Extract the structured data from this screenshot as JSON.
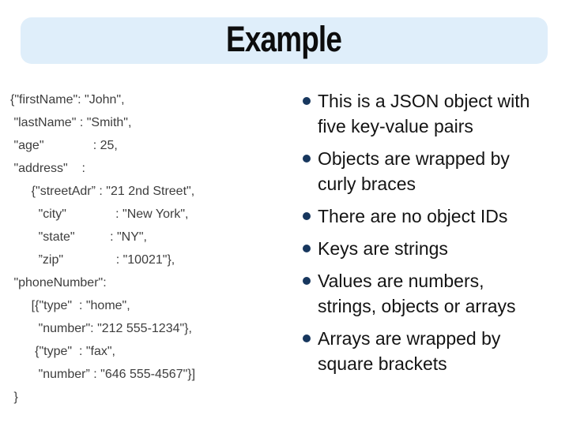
{
  "title": "Example",
  "code": {
    "lines": [
      "{\"firstName\": \"John\",",
      " \"lastName\" : \"Smith\",",
      " \"age\"              : 25,",
      " \"address\"    :",
      "      {\"streetAdr” : \"21 2nd Street\",",
      "        \"city\"              : \"New York\",",
      "        \"state\"          : \"NY\",",
      "        ”zip\"               : \"10021\"},",
      " \"phoneNumber\":",
      "      [{\"type\"  : \"home\",",
      "        \"number\": \"212 555-1234\"},",
      "       {\"type\"  : \"fax\",",
      "        \"number” : \"646 555-4567\"}]",
      " }"
    ]
  },
  "bullets": [
    {
      "text": "This is a JSON object with\nfive key-value pairs"
    },
    {
      "text": "Objects are wrapped by\ncurly braces"
    },
    {
      "text": "There are no object IDs"
    },
    {
      "text": "Keys are strings"
    },
    {
      "text": "Values are numbers,\nstrings, objects or arrays"
    },
    {
      "text": "Arrays are wrapped by\nsquare brackets"
    }
  ],
  "colors": {
    "title_background": "#dfeefa",
    "bullet_dot": "#17375e",
    "code_text": "#3d3d3d",
    "body_text": "#141414"
  }
}
